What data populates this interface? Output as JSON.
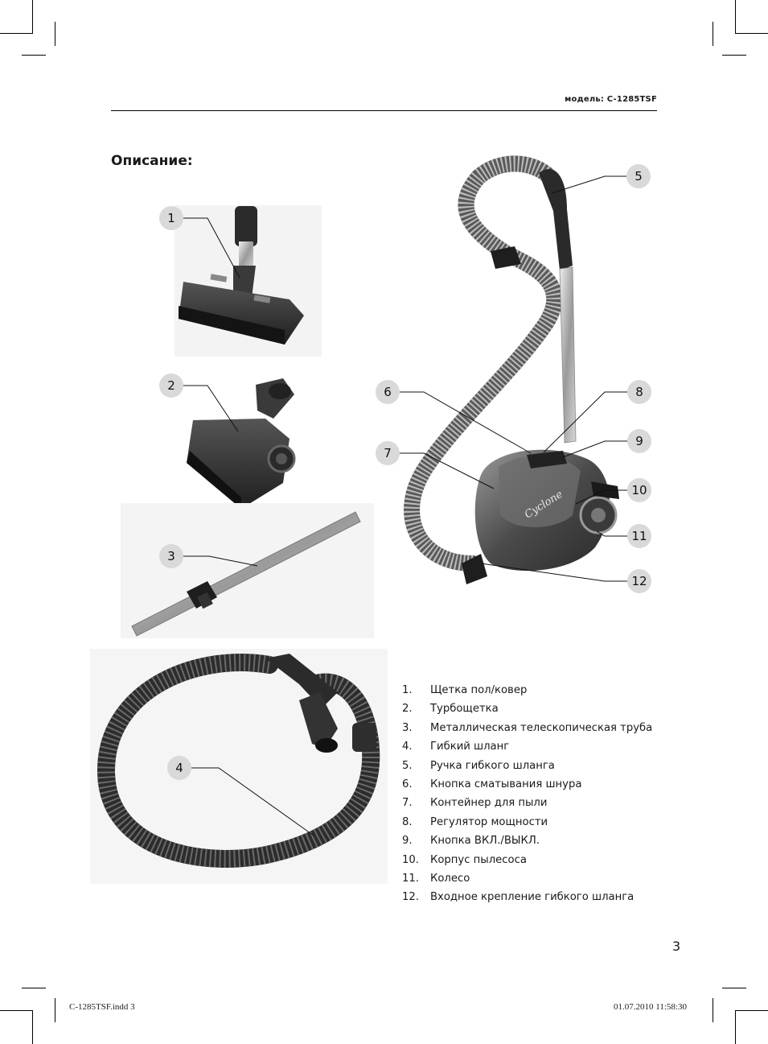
{
  "header": {
    "model": "модель: C-1285TSF"
  },
  "section_title": "Описание:",
  "callouts": [
    "1",
    "2",
    "3",
    "4",
    "5",
    "6",
    "7",
    "8",
    "9",
    "10",
    "11",
    "12"
  ],
  "legend": [
    {
      "num": "1.",
      "text": "Щетка пол/ковер"
    },
    {
      "num": "2.",
      "text": "Турбощетка"
    },
    {
      "num": "3.",
      "text": "Металлическая телескопическая труба"
    },
    {
      "num": "4.",
      "text": "Гибкий шланг"
    },
    {
      "num": "5.",
      "text": "Ручка гибкого шланга"
    },
    {
      "num": "6.",
      "text": "Кнопка сматывания шнура"
    },
    {
      "num": "7.",
      "text": "Контейнер для пыли"
    },
    {
      "num": "8.",
      "text": "Регулятор мощности"
    },
    {
      "num": "9.",
      "text": "Кнопка ВКЛ./ВЫКЛ."
    },
    {
      "num": "10.",
      "text": "Корпус пылесоса"
    },
    {
      "num": "11.",
      "text": "Колесо"
    },
    {
      "num": "12.",
      "text": "Входное крепление гибкого шланга"
    }
  ],
  "page_number": "3",
  "slug": {
    "file": "C-1285TSF.indd   3",
    "datetime": "01.07.2010   11:58:30"
  },
  "illustrations": {
    "vacuum_brand_text": "Cyclone"
  }
}
